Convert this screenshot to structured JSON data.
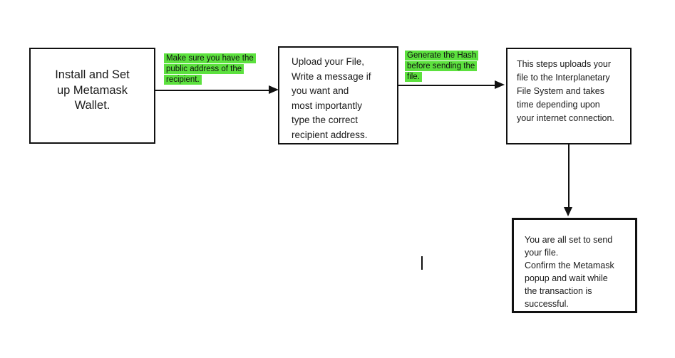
{
  "diagram": {
    "title_hint": "Send a file using Metamask and IPFS flowchart",
    "steps": [
      {
        "id": "step-1",
        "text": "Install and Set\nup Metamask\nWallet."
      },
      {
        "id": "step-2",
        "text": "Upload your File,\nWrite a message if\nyou want and\nmost importantly\ntype the correct\nrecipient address."
      },
      {
        "id": "step-3",
        "text": "This steps uploads your\nfile to the Interplanetary\nFile System and takes\ntime depending upon\nyour internet connection."
      },
      {
        "id": "step-4",
        "text": "You are all set to send\nyour file.\nConfirm the Metamask\npopup and wait while\nthe transaction is\nsuccessful."
      }
    ],
    "arrow_labels": [
      {
        "id": "label-1",
        "text": "Make sure you have the\npublic address of the\nrecipient.",
        "highlight_color": "#5ce13e"
      },
      {
        "id": "label-2",
        "text": "Generate the Hash\nbefore sending the\nfile.",
        "highlight_color": "#5ce13e"
      }
    ],
    "arrows": [
      {
        "from": "step-1",
        "to": "step-2",
        "direction": "right"
      },
      {
        "from": "step-2",
        "to": "step-3",
        "direction": "right"
      },
      {
        "from": "step-3",
        "to": "step-4",
        "direction": "down"
      }
    ],
    "colors": {
      "highlight_green": "#5ce13e",
      "stroke_black": "#111111",
      "background": "#ffffff"
    }
  }
}
